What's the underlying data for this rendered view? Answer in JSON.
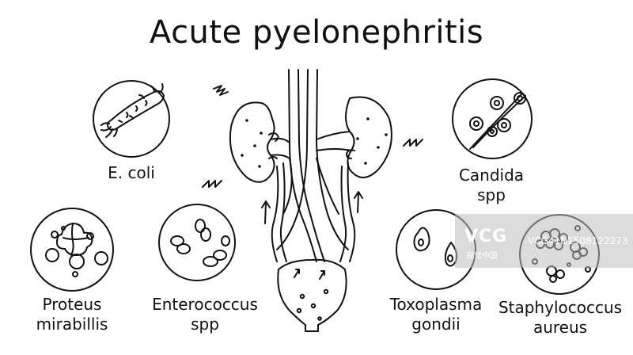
{
  "title": "Acute pyelonephritis",
  "pathogens": {
    "ecoli": "E. coli",
    "candida_1": "Candida",
    "candida_2": "spp",
    "proteus_1": "Proteus",
    "proteus_2": "mirabillis",
    "entero_1": "Enterococcus",
    "entero_2": "spp",
    "toxo_1": "Toxoplasma",
    "toxo_2": "gondii",
    "staph_1": "Staphylococcus",
    "staph_2": "aureus"
  },
  "watermark": {
    "logo": "VCG",
    "cn": "视觉中国",
    "id": "VCG41N1508122273"
  },
  "colors": {
    "line": "#111111",
    "background": "#ffffff"
  }
}
